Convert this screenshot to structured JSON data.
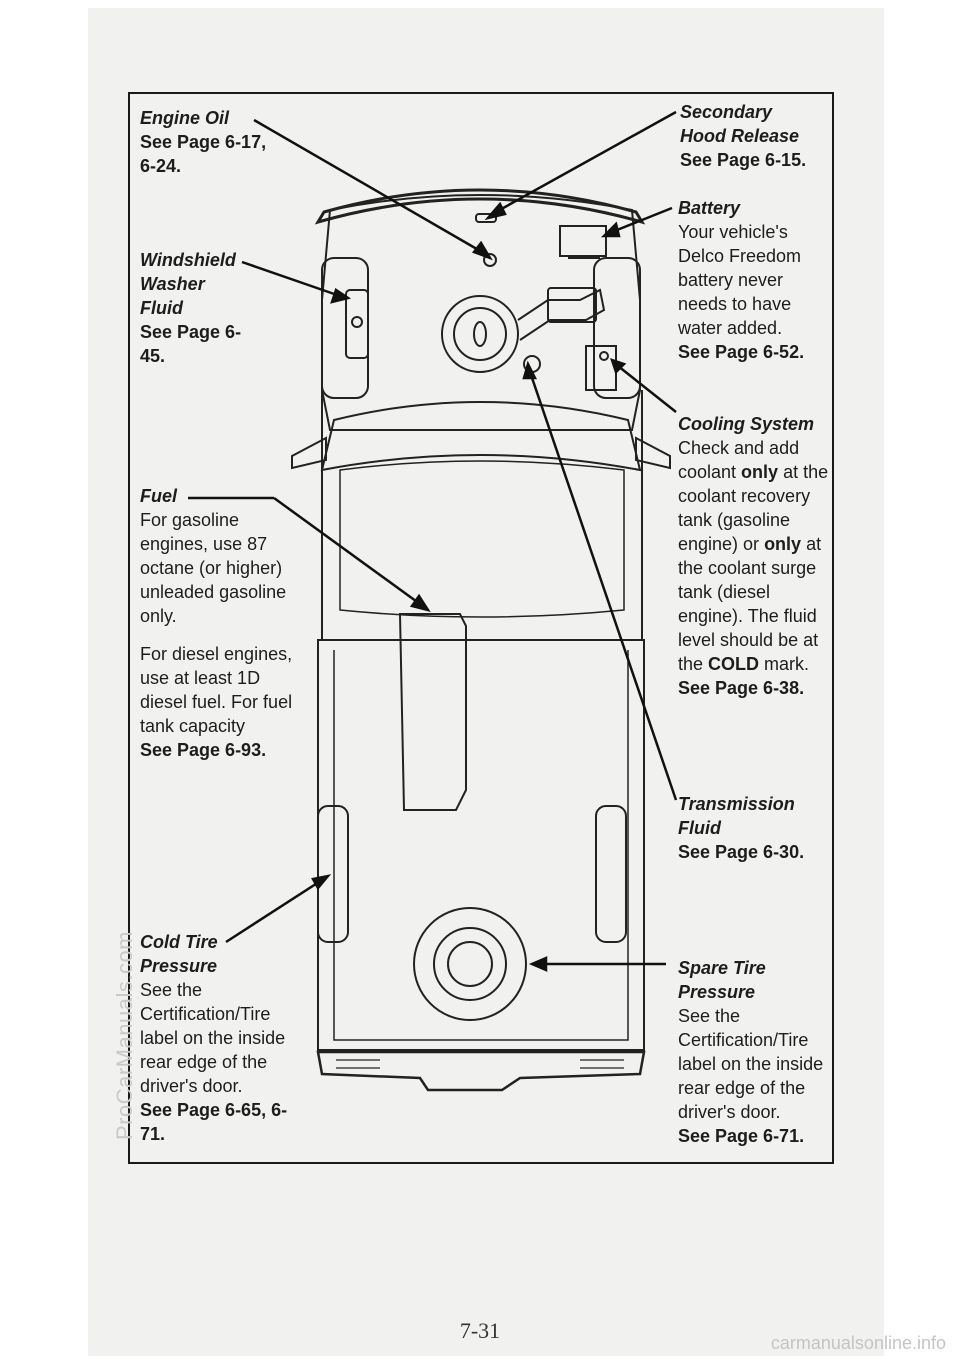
{
  "labels": {
    "engine_oil": {
      "title": "Engine Oil",
      "ref": "See Page 6-17, 6-24."
    },
    "secondary_hood": {
      "title": "Secondary Hood Release",
      "ref": "See Page 6-15."
    },
    "windshield": {
      "title": "Windshield Washer Fluid",
      "ref": "See Page 6-45."
    },
    "battery": {
      "title": "Battery",
      "text": "Your vehicle's Delco Freedom battery never needs to have water added.",
      "ref": "See Page 6-52."
    },
    "cooling": {
      "title": "Cooling System",
      "t1": "Check and add coolant ",
      "b1": "only",
      "t2": " at the coolant recovery tank (gasoline engine) or ",
      "b2": "only",
      "t3": " at the coolant surge tank (diesel engine). The fluid level should be at the ",
      "b3": "COLD",
      "t4": " mark.",
      "ref": "See Page 6-38."
    },
    "fuel": {
      "title": "Fuel",
      "text1": "For gasoline engines, use 87 octane (or higher) unleaded gasoline only.",
      "text2": "For diesel engines, use at least 1D diesel fuel. For fuel tank capacity",
      "ref": "See Page 6-93."
    },
    "transmission": {
      "title": "Transmission Fluid",
      "ref": "See Page 6-30."
    },
    "cold_tire": {
      "title": "Cold Tire Pressure",
      "text": "See the Certification/Tire label on the inside rear edge of the driver's door.",
      "ref": "See Page 6-65, 6-71."
    },
    "spare_tire": {
      "title": "Spare Tire Pressure",
      "text": "See the Certification/Tire label on the inside rear edge of the driver's door.",
      "ref": "See Page 6-71."
    }
  },
  "page_number": "7-31",
  "watermarks": {
    "side": "ProCarManuals.com",
    "corner": "carmanualsonline.info"
  }
}
